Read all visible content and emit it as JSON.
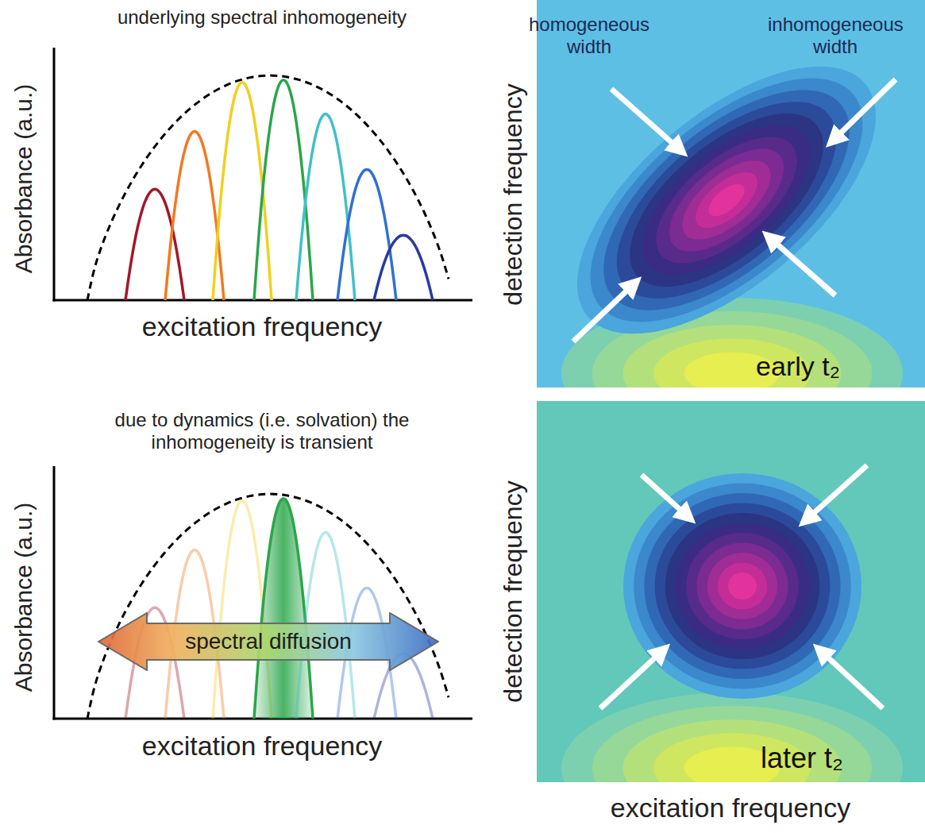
{
  "diagram": {
    "nodes": [
      {
        "text": [
          "spectral diffusion"
        ]
      }
    ],
    "labels": [
      "underlying spectral inhomogeneity",
      "Absorbance (a.u.)",
      "excitation frequency",
      "homogeneous width",
      "inhomogeneous width",
      "detection frequency",
      "early t₂",
      "due to dynamics (i.e. solvation) the inhomogeneity is transient",
      "Absorbance (a.u.)",
      "excitation frequency",
      "detection frequency",
      "later t₂",
      "excitation frequency"
    ]
  }
}
